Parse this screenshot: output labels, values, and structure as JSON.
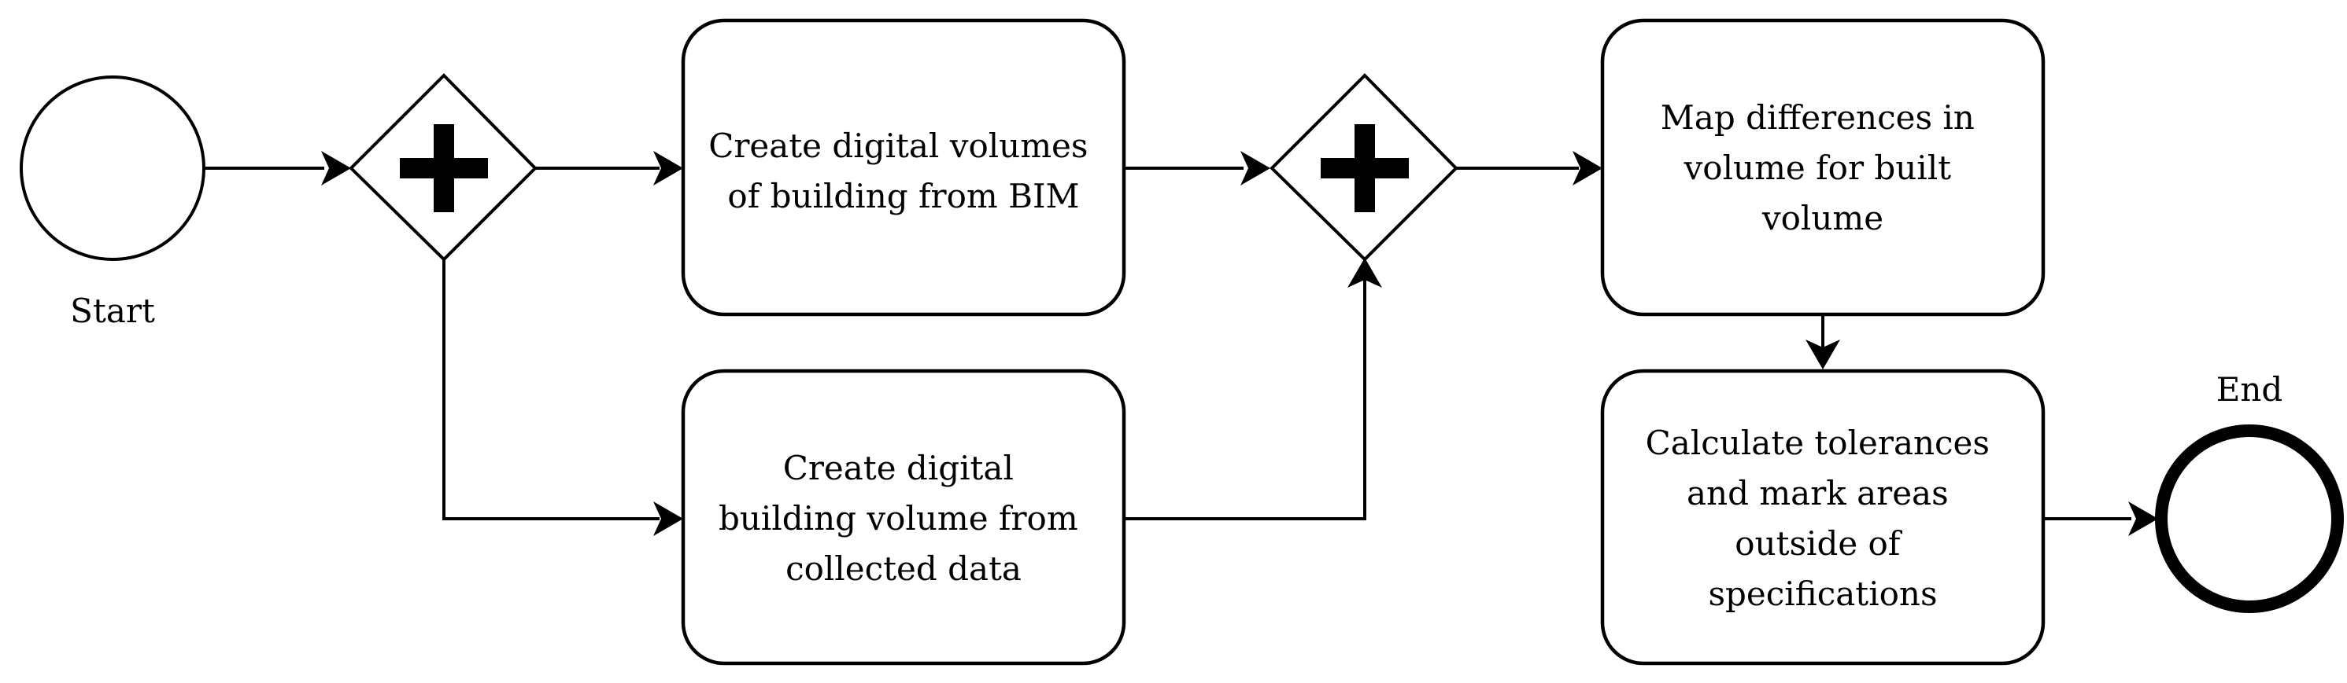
{
  "diagram": {
    "type": "bpmn-process",
    "start_event": {
      "label": "Start"
    },
    "end_event": {
      "label": "End"
    },
    "gateways": [
      {
        "id": "split",
        "kind": "parallel",
        "symbol": "+"
      },
      {
        "id": "join",
        "kind": "parallel",
        "symbol": "+"
      }
    ],
    "tasks": [
      {
        "id": "bim",
        "lines": [
          "Create digital volumes",
          "of building from BIM"
        ]
      },
      {
        "id": "collected",
        "lines": [
          "Create digital",
          "building volume from",
          "collected data"
        ]
      },
      {
        "id": "map",
        "lines": [
          "Map differences in",
          "volume for built",
          "volume"
        ]
      },
      {
        "id": "tolerances",
        "lines": [
          "Calculate tolerances",
          "and mark areas",
          "outside of",
          "specifications"
        ]
      }
    ],
    "flows": [
      [
        "start",
        "split"
      ],
      [
        "split",
        "bim"
      ],
      [
        "split",
        "collected"
      ],
      [
        "bim",
        "join"
      ],
      [
        "collected",
        "join"
      ],
      [
        "join",
        "map"
      ],
      [
        "map",
        "tolerances"
      ],
      [
        "tolerances",
        "end"
      ]
    ]
  }
}
